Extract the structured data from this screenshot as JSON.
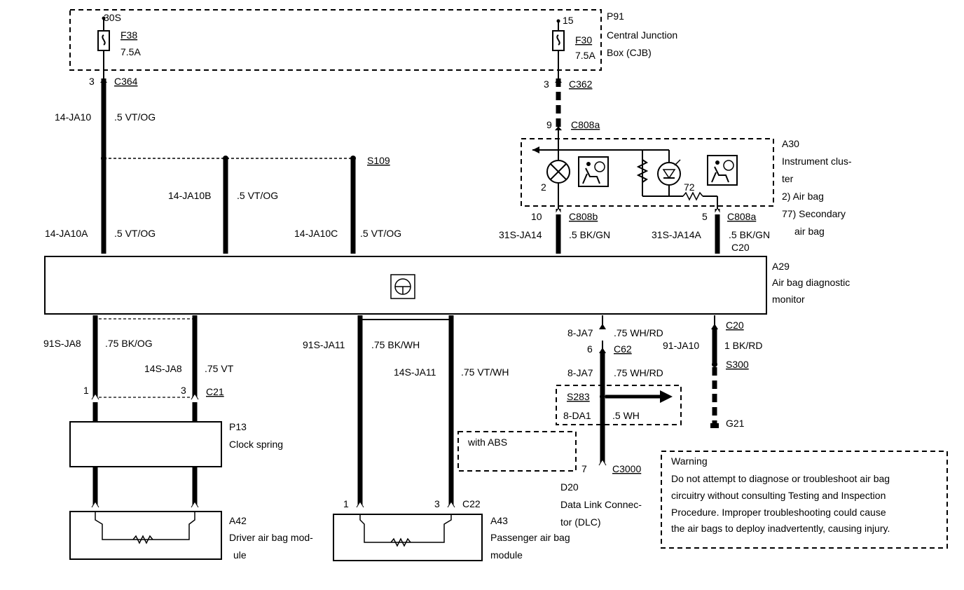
{
  "components": {
    "p91": {
      "id": "P91",
      "name_line1": "Central Junction",
      "name_line2": "Box (CJB)"
    },
    "a30": {
      "id": "A30",
      "name_line1": "Instrument clus-",
      "name_line2": "ter",
      "note1": "2)    Air bag",
      "note2": "77)  Secondary",
      "note3": "air bag"
    },
    "a29": {
      "id": "A29",
      "name_line1": "Air bag diagnostic",
      "name_line2": "monitor"
    },
    "p13": {
      "id": "P13",
      "name": "Clock spring"
    },
    "a42": {
      "id": "A42",
      "name_line1": "Driver air bag mod-",
      "name_line2": "ule"
    },
    "a43": {
      "id": "A43",
      "name_line1": "Passenger air bag",
      "name_line2": "module"
    },
    "d20": {
      "id": "D20",
      "name_line1": "Data Link Connec-",
      "name_line2": "tor (DLC)"
    }
  },
  "fuses": {
    "f38": {
      "feed": "30S",
      "id": "F38",
      "rating": "7.5A"
    },
    "f30": {
      "feed": "15",
      "id": "F30",
      "rating": "7.5A"
    }
  },
  "connectors": {
    "c364": {
      "name": "C364",
      "pin": "3"
    },
    "c362": {
      "name": "C362",
      "pin": "3"
    },
    "c808a_top": {
      "name": "C808a",
      "pin": "9"
    },
    "c808b": {
      "name": "C808b",
      "pin": "10"
    },
    "c808a_bot": {
      "name": "C808a",
      "pin": "5"
    },
    "c20_top": {
      "name": "C20"
    },
    "c20_bot": {
      "name": "C20"
    },
    "c62": {
      "name": "C62",
      "pin": "6"
    },
    "c21": {
      "name": "C21",
      "pin_left": "1",
      "pin_right": "3"
    },
    "c22": {
      "name": "C22",
      "pin_left": "1",
      "pin_right": "3"
    },
    "c3000": {
      "name": "C3000",
      "pin": "7"
    }
  },
  "splices": {
    "s109": "S109",
    "s300": "S300",
    "s283": "S283"
  },
  "grounds": {
    "g21": "G21"
  },
  "a30_internal": {
    "pin2": "2",
    "pin72": "72"
  },
  "wires": {
    "ja10": {
      "circuit": "14-JA10",
      "spec": ".5 VT/OG"
    },
    "ja10a": {
      "circuit": "14-JA10A",
      "spec": ".5 VT/OG"
    },
    "ja10b": {
      "circuit": "14-JA10B",
      "spec": ".5 VT/OG"
    },
    "ja10c": {
      "circuit": "14-JA10C",
      "spec": ".5 VT/OG"
    },
    "ja14": {
      "circuit": "31S-JA14",
      "spec": ".5 BK/GN"
    },
    "ja14a": {
      "circuit": "31S-JA14A",
      "spec": ".5 BK/GN"
    },
    "ja8": {
      "circuit": "91S-JA8",
      "spec": ".75 BK/OG"
    },
    "ja8b": {
      "circuit": "14S-JA8",
      "spec": ".75 VT"
    },
    "ja11": {
      "circuit": "91S-JA11",
      "spec": ".75 BK/WH"
    },
    "ja11b": {
      "circuit": "14S-JA11",
      "spec": ".75 VT/WH"
    },
    "ja7_top": {
      "circuit": "8-JA7",
      "spec": ".75 WH/RD"
    },
    "ja7_bot": {
      "circuit": "8-JA7",
      "spec": ".75 WH/RD"
    },
    "da1": {
      "circuit": "8-DA1",
      "spec": ".5 WH"
    },
    "ja10_gnd": {
      "circuit": "91-JA10",
      "spec": "1 BK/RD"
    }
  },
  "option_box": {
    "label": "with ABS"
  },
  "warning": {
    "title": "Warning",
    "line1": "Do not attempt to diagnose or troubleshoot air bag",
    "line2": "circuitry without consulting  Testing and Inspection",
    "line3": "Procedure.  Improper troubleshooting could cause",
    "line4": "the air bags to  deploy inadvertently, causing injury."
  }
}
